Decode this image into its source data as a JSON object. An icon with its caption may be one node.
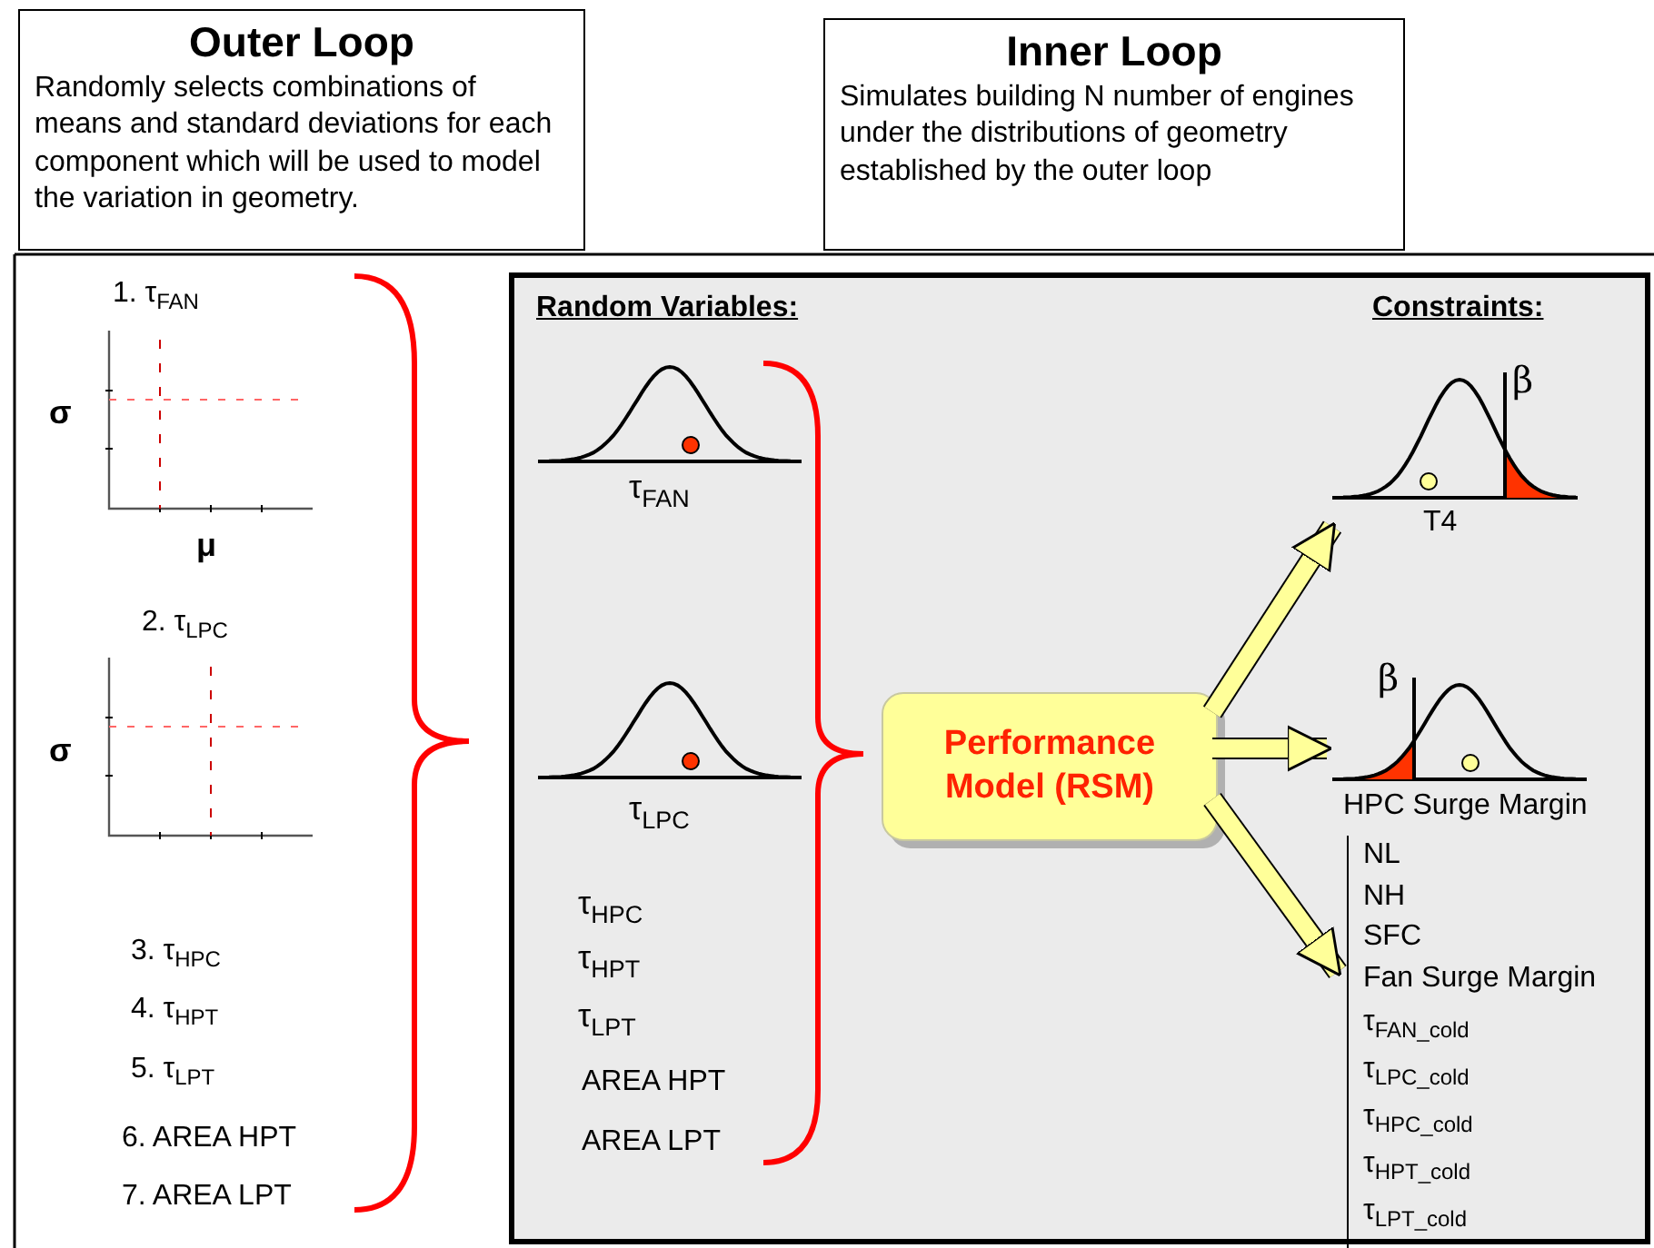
{
  "diagram": {
    "nodes": [
      {
        "text": [
          "Outer Loop",
          "Randomly selects combinations of means and standard deviations for each component which will be used to model the variation in geometry."
        ]
      },
      {
        "text": [
          "Inner Loop",
          "Simulates building N number of engines under the distributions of geometry established by the outer loop"
        ]
      },
      {
        "text": [
          "Random Variables:",
          "Constraints:"
        ]
      },
      {
        "text": [
          "Performance Model (RSM)"
        ],
        "in": 2
      },
      {
        "text": [
          "T4"
        ],
        "in": 2
      },
      {
        "text": [
          "HPC Surge Margin"
        ],
        "in": 2
      },
      {
        "text": [
          "NL",
          "NH",
          "SFC",
          "Fan Surge Margin",
          "τ$_{FAN_cold}$",
          "τ$_{LPC_cold}$",
          "τ$_{HPC_cold}$",
          "τ$_{HPT_cold}$",
          "τ$_{LPT_cold}$"
        ],
        "in": 2
      }
    ],
    "edges": [
      {
        "from": 3,
        "to": 4,
        "arrow": "to"
      },
      {
        "from": 3,
        "to": 5,
        "arrow": "to"
      },
      {
        "from": 3,
        "to": 6,
        "arrow": "to"
      }
    ],
    "labels": [
      "1. τ$_{FAN}$",
      "σ",
      "μ",
      "2. τ$_{LPC}$",
      "σ",
      "3. τ$_{HPC}$",
      "4. τ$_{HPT}$",
      "5. τ$_{LPT}$",
      "6. AREA HPT",
      "7. AREA LPT",
      "τ$_{FAN}$",
      "τ$_{LPC}$",
      "τ$_{HPC}$",
      "τ$_{HPT}$",
      "τ$_{LPT}$",
      "AREA HPT",
      "AREA LPT",
      "β",
      "β"
    ]
  }
}
